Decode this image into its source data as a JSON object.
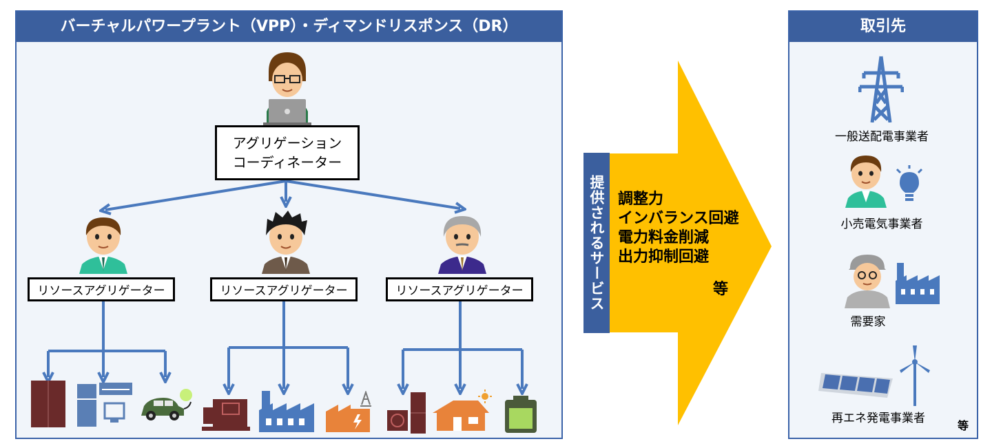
{
  "left_panel": {
    "title": "バーチャルパワープラント（VPP）・ディマンドリスポンス（DR）",
    "coordinator_line1": "アグリゲーション",
    "coordinator_line2": "コーディネーター",
    "aggregators": [
      "リソースアグリゲーター",
      "リソースアグリゲーター",
      "リソースアグリゲーター"
    ]
  },
  "services": {
    "side_label": "提供されるサービス",
    "items": [
      "調整力",
      "インバランス回避",
      "電力料金削減",
      "出力抑制回避"
    ],
    "etc": "等"
  },
  "right_panel": {
    "title": "取引先",
    "partners": [
      "一般送配電事業者",
      "小売電気事業者",
      "需要家",
      "再エネ発電事業者"
    ],
    "etc": "等"
  },
  "colors": {
    "header_blue": "#3b5f9e",
    "arrow_blue": "#4a79bd",
    "arrow_yellow": "#ffc000",
    "panel_bg": "#f1f5fa"
  },
  "icons": [
    "person-laptop-icon",
    "person-green-icon",
    "person-black-hair-icon",
    "person-gray-hair-icon",
    "storage-battery-icon",
    "appliances-icon",
    "electric-car-icon",
    "generator-icon",
    "factory-icon",
    "power-plant-icon",
    "heat-pump-icon",
    "solar-house-icon",
    "battery-icon",
    "transmission-tower-icon",
    "light-bulb-icon",
    "worker-icon",
    "wind-solar-icon"
  ]
}
